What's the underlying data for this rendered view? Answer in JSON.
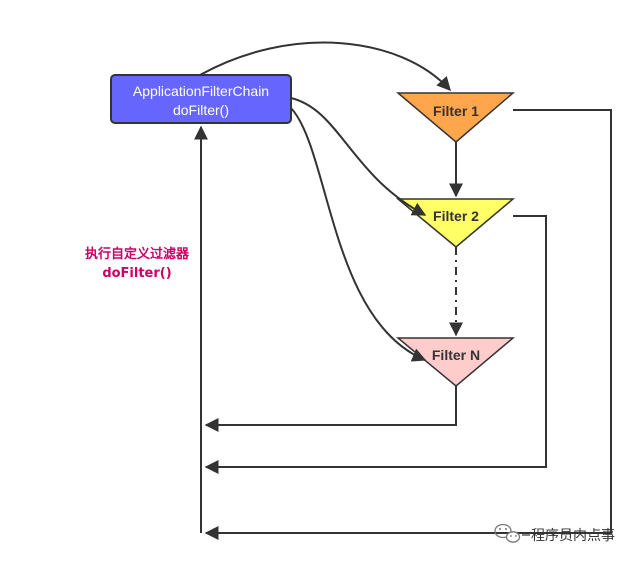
{
  "chain": {
    "line1": "ApplicationFilterChain",
    "line2": "doFilter()",
    "fill": "#6666ff"
  },
  "filters": [
    {
      "label": "Filter 1",
      "fill": "#ffa64d"
    },
    {
      "label": "Filter 2",
      "fill": "#ffff66"
    },
    {
      "label": "Filter N",
      "fill": "#ffcccc"
    }
  ],
  "note": {
    "line1": "执行自定义过滤器",
    "line2": "doFilter()",
    "color": "#cc0066"
  },
  "watermark": {
    "text": "程序员内点事",
    "icon": "wechat-icon"
  }
}
